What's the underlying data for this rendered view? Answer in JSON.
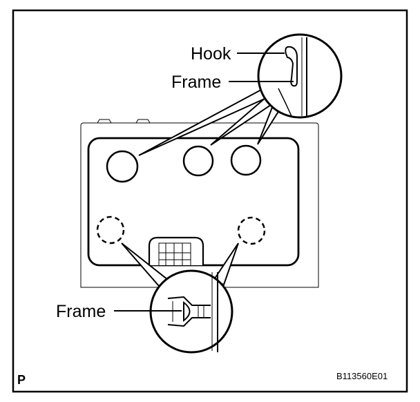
{
  "labels": {
    "hook": "Hook",
    "frame_top": "Frame",
    "frame_bottom": "Frame",
    "corner_tag": "P",
    "figure_code": "B113560E01"
  }
}
